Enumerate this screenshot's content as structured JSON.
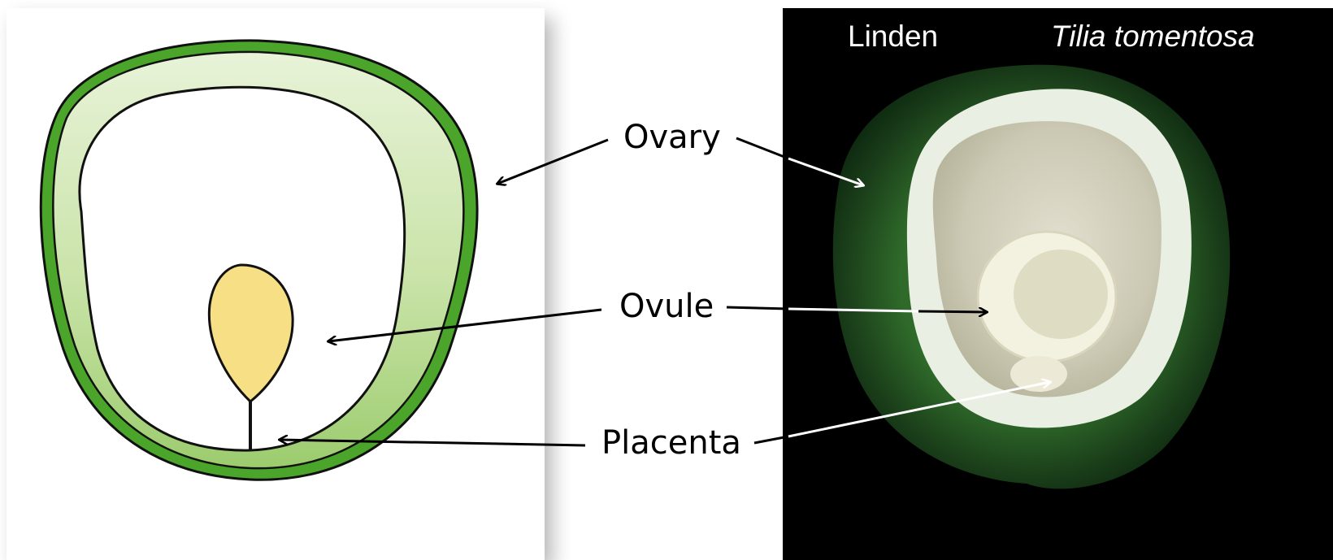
{
  "diagram": {
    "labels": {
      "ovary": "Ovary",
      "ovule": "Ovule",
      "placenta": "Placenta"
    },
    "colors": {
      "ovary_wall": "#4aa52a",
      "ovary_wall_inner": "#cfe6b0",
      "ovule_fill": "#f6df84",
      "outline": "#000000"
    }
  },
  "photo": {
    "common_name": "Linden",
    "species_name": "Tilia tomentosa",
    "colors": {
      "background": "#000000",
      "fruit_rind": "#1f4a1c",
      "cavity": "#d9d6c4",
      "seed": "#f0efd8"
    }
  }
}
